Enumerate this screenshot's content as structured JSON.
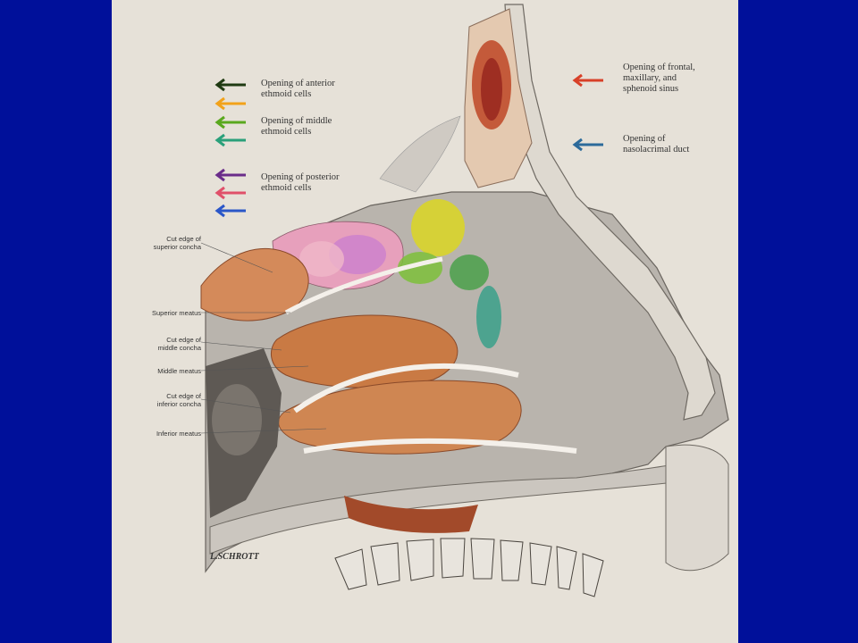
{
  "legend": {
    "anterior": "Opening of anterior\nethmoid cells",
    "middle": "Opening of middle\nethmoid cells",
    "posterior": "Opening of posterior\nethmoid cells",
    "frontal": "Opening of frontal,\nmaxillary, and\nsphenoid sinus",
    "nasolacrimal": "Opening of\nnasolacrimal duct"
  },
  "labels": {
    "superior_concha": "Cut edge of\nsuperior concha",
    "superior_meatus": "Superior meatus",
    "middle_concha": "Cut edge of\nmiddle concha",
    "middle_meatus": "Middle meatus",
    "inferior_concha": "Cut edge of\ninferior concha",
    "inferior_meatus": "Inferior meatus"
  },
  "signature": "L.SCHROTT",
  "colors": {
    "background": "#00109a",
    "panel": "#e6e1d8",
    "arrow_anterior_1": "#1f3a12",
    "arrow_anterior_2": "#f2a21a",
    "arrow_middle_1": "#5aa81e",
    "arrow_middle_2": "#2aa07a",
    "arrow_posterior_1": "#6a2c8a",
    "arrow_posterior_2": "#e0506a",
    "arrow_posterior_3": "#2a56c8",
    "arrow_frontal": "#d84028",
    "arrow_nasolacrimal": "#2c6a9a"
  }
}
